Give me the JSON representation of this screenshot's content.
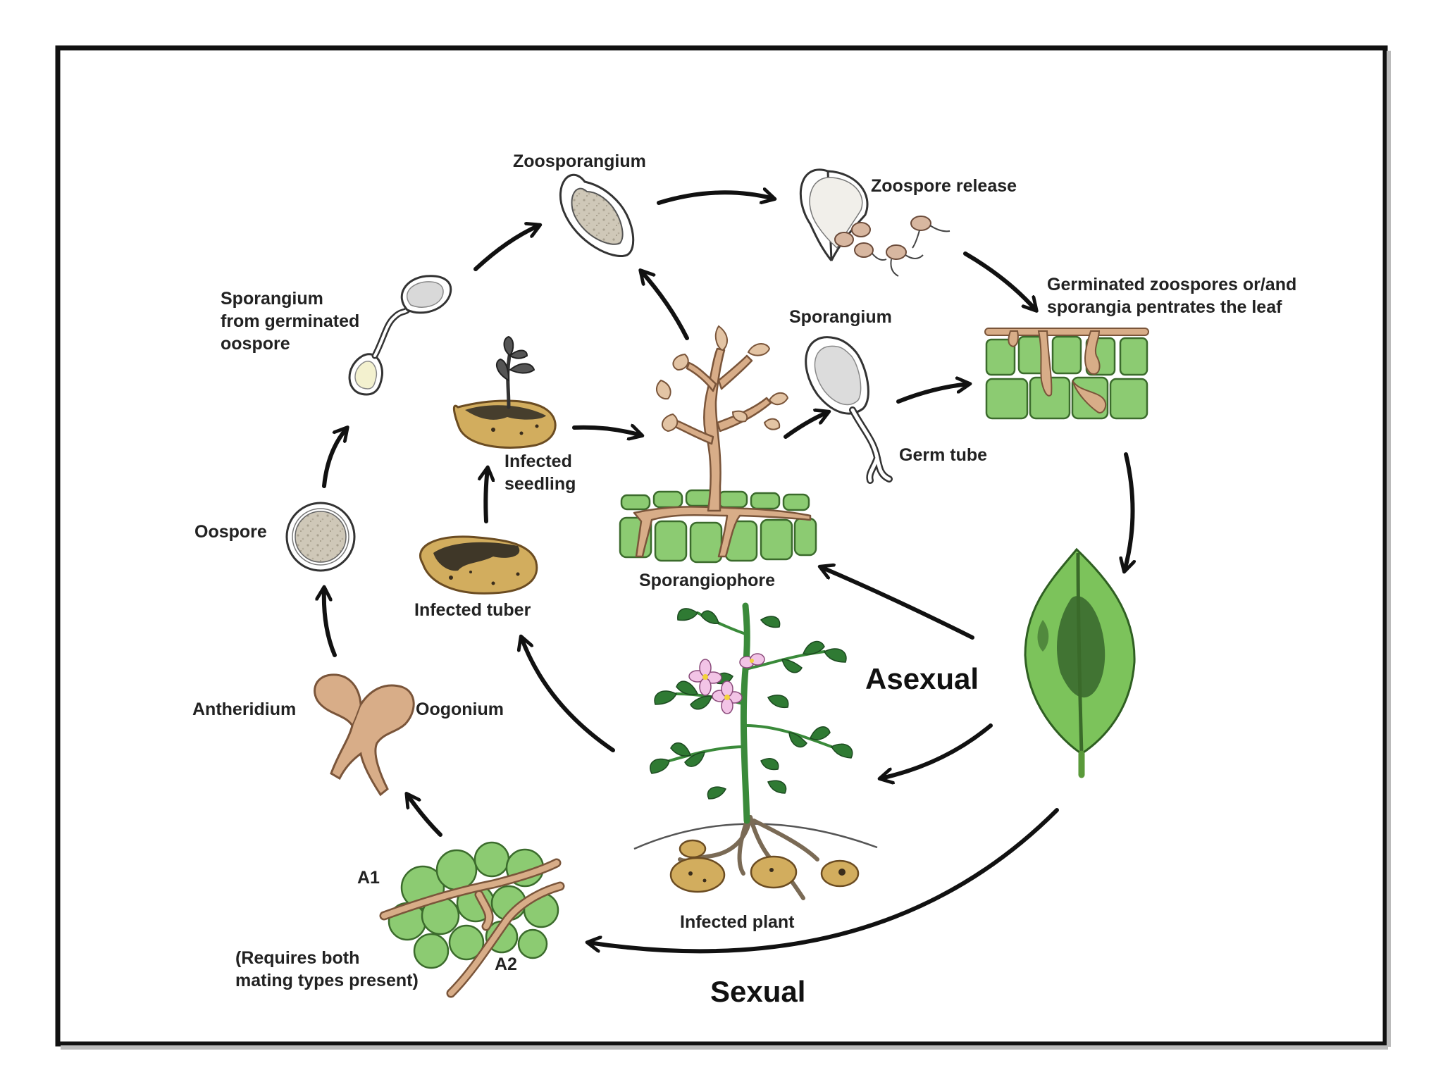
{
  "labels": {
    "zoosporangium": "Zoosporangium",
    "zoospore_release": "Zoospore release",
    "germinated_line1": "Germinated zoospores or/and",
    "germinated_line2": "sporangia pentrates the leaf",
    "sporangium_germ_line1": "Sporangium",
    "sporangium_germ_line2": "from germinated",
    "sporangium_germ_line3": "oospore",
    "sporangium": "Sporangium",
    "germ_tube": "Germ tube",
    "infected_seedling_line1": "Infected",
    "infected_seedling_line2": "seedling",
    "oospore": "Oospore",
    "infected_tuber": "Infected tuber",
    "sporangiophore": "Sporangiophore",
    "asexual": "Asexual",
    "antheridium": "Antheridium",
    "oogonium": "Oogonium",
    "a1": "A1",
    "a2": "A2",
    "requires_line1": "(Requires both",
    "requires_line2": "mating types present)",
    "infected_plant": "Infected plant",
    "sexual": "Sexual"
  },
  "colors": {
    "cell_green": "#8ccb72",
    "hyphae_tan": "#d8ad88",
    "tuber": "#d2ad5e",
    "leaf": "#7cc35b",
    "outline": "#333333",
    "arrow": "#111111",
    "frame": "#111111"
  }
}
